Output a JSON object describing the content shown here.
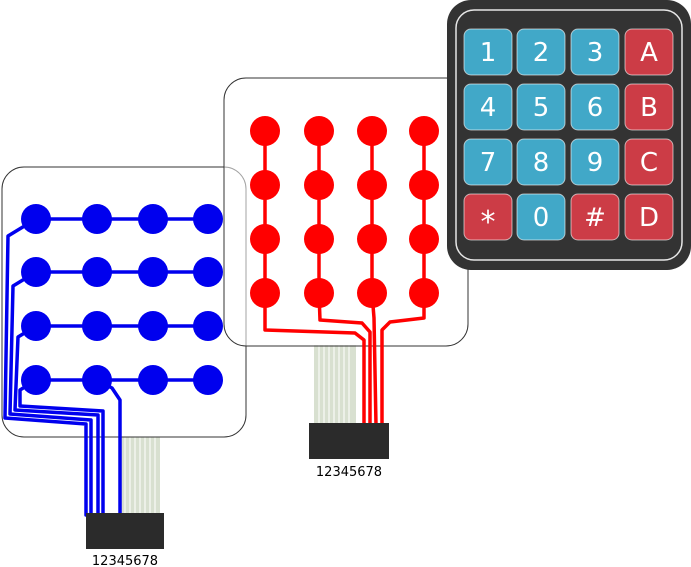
{
  "colors": {
    "row_traces": "#0000ee",
    "column_traces": "#ff0000",
    "keypad_body": "#333333",
    "key_blue": "#41a8c8",
    "key_red": "#cc3c46",
    "connector": "#2b2b2b",
    "ribbon": "#d8e0d0"
  },
  "row_layer": {
    "connector_label": "12345678"
  },
  "column_layer": {
    "connector_label": "12345678"
  },
  "keypad": {
    "keys": [
      {
        "label": "1",
        "color": "blue"
      },
      {
        "label": "2",
        "color": "blue"
      },
      {
        "label": "3",
        "color": "blue"
      },
      {
        "label": "A",
        "color": "red"
      },
      {
        "label": "4",
        "color": "blue"
      },
      {
        "label": "5",
        "color": "blue"
      },
      {
        "label": "6",
        "color": "blue"
      },
      {
        "label": "B",
        "color": "red"
      },
      {
        "label": "7",
        "color": "blue"
      },
      {
        "label": "8",
        "color": "blue"
      },
      {
        "label": "9",
        "color": "blue"
      },
      {
        "label": "C",
        "color": "red"
      },
      {
        "label": "*",
        "color": "red"
      },
      {
        "label": "0",
        "color": "blue"
      },
      {
        "label": "#",
        "color": "red"
      },
      {
        "label": "D",
        "color": "red"
      }
    ]
  }
}
